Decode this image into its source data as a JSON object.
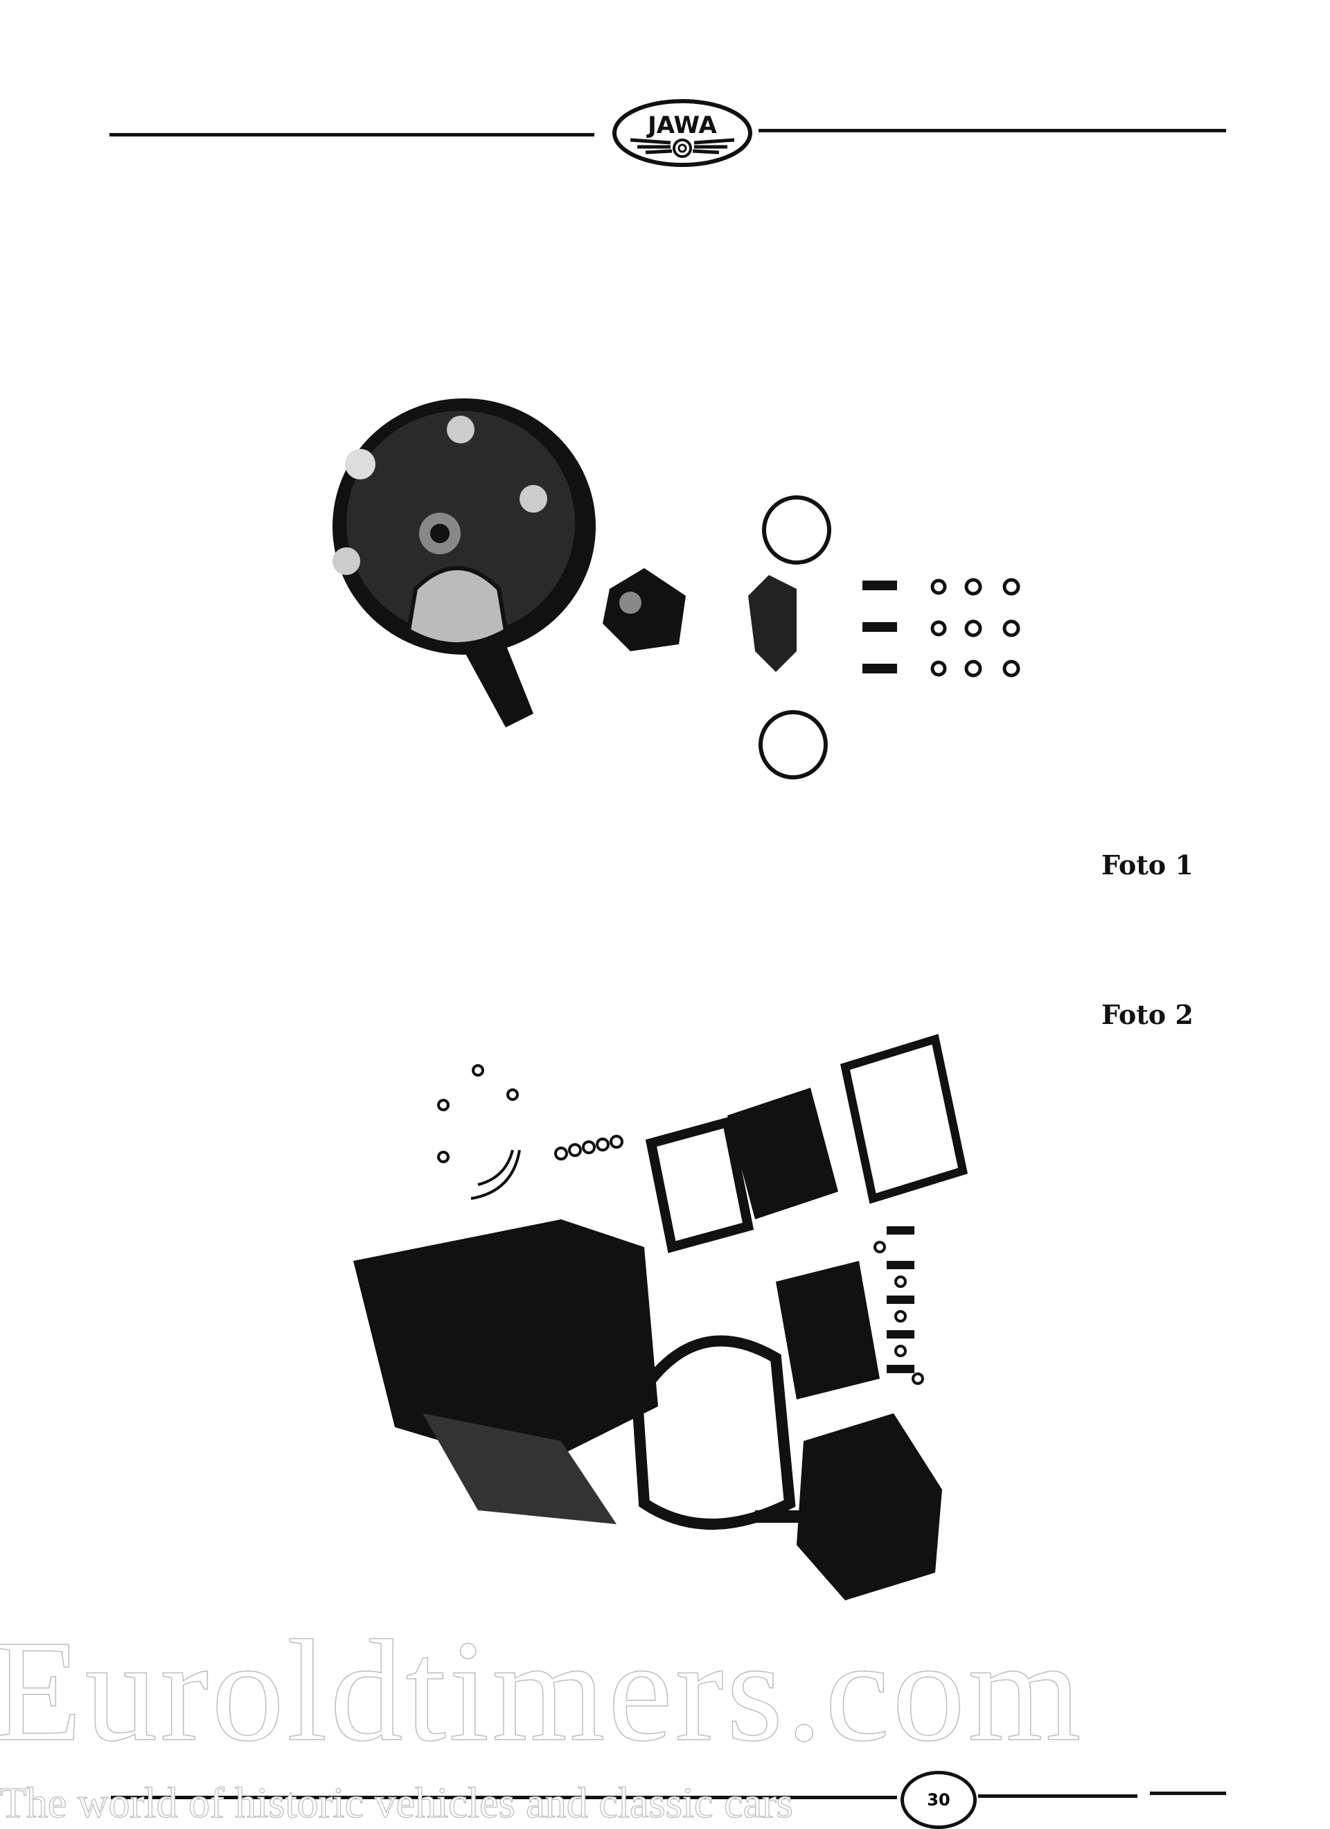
{
  "header": {
    "logo_text": "JAWA"
  },
  "captions": {
    "foto1": "Foto 1",
    "foto2": "Foto 2"
  },
  "footer": {
    "page_number": "30"
  },
  "watermark": {
    "site": "Euroldtimers.com",
    "tagline": "The world of historic vehicles and classic cars"
  }
}
